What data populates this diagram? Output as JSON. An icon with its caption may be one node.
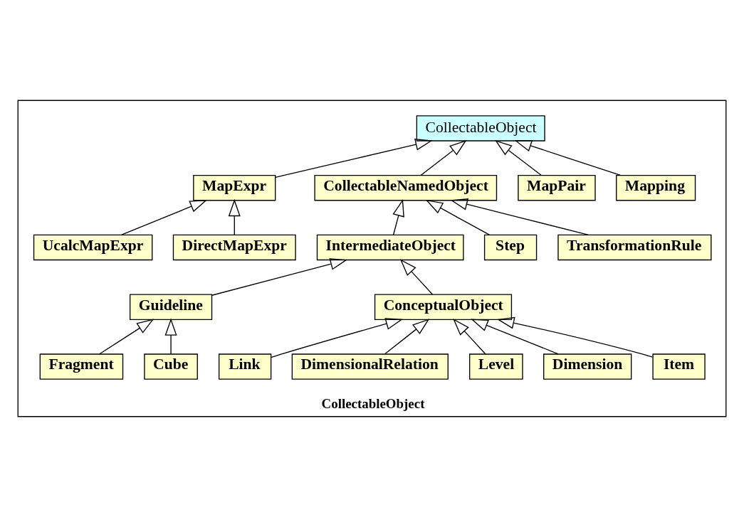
{
  "diagram": {
    "nodes": [
      {
        "text": [
          "CollectableObject"
        ]
      },
      {
        "text": [
          "CollectableObject"
        ],
        "in": 0
      },
      {
        "text": [
          "CollectableNamedObject"
        ],
        "in": 0
      },
      {
        "text": [
          "Mapping"
        ],
        "in": 0
      },
      {
        "text": [
          "MapPair"
        ],
        "in": 0
      },
      {
        "text": [
          "MapExpr"
        ],
        "in": 0
      },
      {
        "text": [
          "TransformationRule"
        ],
        "in": 0
      },
      {
        "text": [
          "Step"
        ],
        "in": 0
      },
      {
        "text": [
          "IntermediateObject"
        ],
        "in": 0
      },
      {
        "text": [
          "DirectMapExpr"
        ],
        "in": 0
      },
      {
        "text": [
          "UcalcMapExpr"
        ],
        "in": 0
      },
      {
        "text": [
          "ConceptualObject"
        ],
        "in": 0
      },
      {
        "text": [
          "Guideline"
        ],
        "in": 0
      },
      {
        "text": [
          "Item"
        ],
        "in": 0
      },
      {
        "text": [
          "Dimension"
        ],
        "in": 0
      },
      {
        "text": [
          "Level"
        ],
        "in": 0
      },
      {
        "text": [
          "DimensionalRelation"
        ],
        "in": 0
      },
      {
        "text": [
          "Link"
        ],
        "in": 0
      },
      {
        "text": [
          "Cube"
        ],
        "in": 0
      },
      {
        "text": [
          "Fragment"
        ],
        "in": 0
      }
    ],
    "edges": [
      {
        "from": 2,
        "to": 1,
        "arrow": "to"
      },
      {
        "from": 3,
        "to": 1,
        "arrow": "to"
      },
      {
        "from": 4,
        "to": 1,
        "arrow": "to"
      },
      {
        "from": 5,
        "to": 1,
        "arrow": "to"
      },
      {
        "from": 6,
        "to": 2,
        "arrow": "to"
      },
      {
        "from": 7,
        "to": 2,
        "arrow": "to"
      },
      {
        "from": 8,
        "to": 2,
        "arrow": "to"
      },
      {
        "from": 9,
        "to": 5,
        "arrow": "to"
      },
      {
        "from": 10,
        "to": 5,
        "arrow": "to"
      },
      {
        "from": 11,
        "to": 8,
        "arrow": "to"
      },
      {
        "from": 12,
        "to": 8,
        "arrow": "to"
      },
      {
        "from": 13,
        "to": 11,
        "arrow": "to"
      },
      {
        "from": 14,
        "to": 11,
        "arrow": "to"
      },
      {
        "from": 15,
        "to": 11,
        "arrow": "to"
      },
      {
        "from": 16,
        "to": 11,
        "arrow": "to"
      },
      {
        "from": 17,
        "to": 11,
        "arrow": "to"
      },
      {
        "from": 18,
        "to": 12,
        "arrow": "to"
      },
      {
        "from": 19,
        "to": 12,
        "arrow": "to"
      }
    ]
  }
}
